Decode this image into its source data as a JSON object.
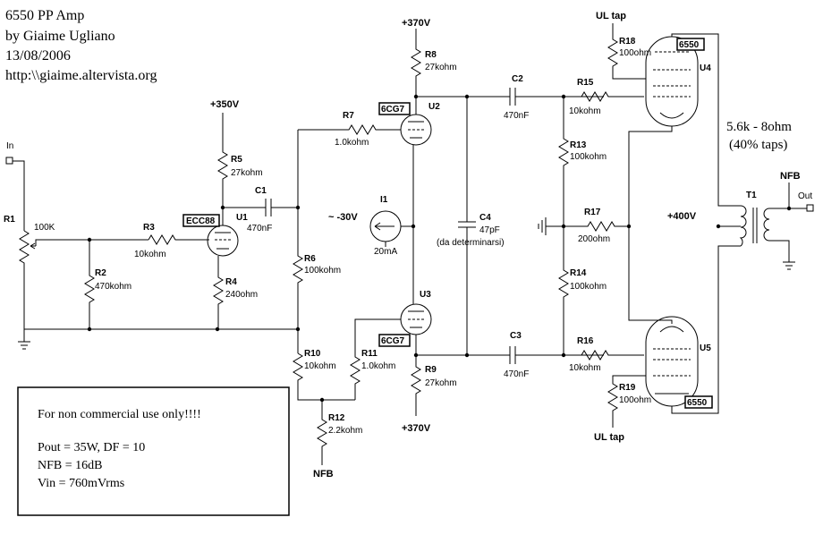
{
  "header": {
    "title": "6550 PP Amp",
    "author": "by Giaime Ugliano",
    "date": "13/08/2006",
    "url": "http:\\\\giaime.altervista.org"
  },
  "notes": {
    "license": "For non commercial use only!!!!",
    "pout": "Pout = 35W, DF = 10",
    "nfb": "NFB = 16dB",
    "vin": "Vin = 760mVrms"
  },
  "output_note": {
    "impedance": "5.6k - 8ohm",
    "taps": "(40% taps)"
  },
  "rails": {
    "v370_top": "+370V",
    "v350": "+350V",
    "v370_bottom": "+370V",
    "v400": "+400V",
    "bias": "~ -30V",
    "ul_top": "UL tap",
    "ul_bottom": "UL tap"
  },
  "ports": {
    "in": "In",
    "out": "Out",
    "nfb_out": "NFB",
    "nfb_in": "NFB"
  },
  "tubes": {
    "U1": {
      "ref": "U1",
      "type": "ECC88"
    },
    "U2": {
      "ref": "U2",
      "type": "6CG7"
    },
    "U3": {
      "ref": "U3",
      "type": "6CG7"
    },
    "U4": {
      "ref": "U4",
      "type": "6550"
    },
    "U5": {
      "ref": "U5",
      "type": "6550"
    }
  },
  "components": {
    "R1": {
      "ref": "R1",
      "value": "100K"
    },
    "R2": {
      "ref": "R2",
      "value": "470kohm"
    },
    "R3": {
      "ref": "R3",
      "value": "10kohm"
    },
    "R4": {
      "ref": "R4",
      "value": "240ohm"
    },
    "R5": {
      "ref": "R5",
      "value": "27kohm"
    },
    "R6": {
      "ref": "R6",
      "value": "100kohm"
    },
    "R7": {
      "ref": "R7",
      "value": "1.0kohm"
    },
    "R8": {
      "ref": "R8",
      "value": "27kohm"
    },
    "R9": {
      "ref": "R9",
      "value": "27kohm"
    },
    "R10": {
      "ref": "R10",
      "value": "10kohm"
    },
    "R11": {
      "ref": "R11",
      "value": "1.0kohm"
    },
    "R12": {
      "ref": "R12",
      "value": "2.2kohm"
    },
    "R13": {
      "ref": "R13",
      "value": "100kohm"
    },
    "R14": {
      "ref": "R14",
      "value": "100kohm"
    },
    "R15": {
      "ref": "R15",
      "value": "10kohm"
    },
    "R16": {
      "ref": "R16",
      "value": "10kohm"
    },
    "R17": {
      "ref": "R17",
      "value": "200ohm"
    },
    "R18": {
      "ref": "R18",
      "value": "100ohm"
    },
    "R19": {
      "ref": "R19",
      "value": "100ohm"
    },
    "C1": {
      "ref": "C1",
      "value": "470nF"
    },
    "C2": {
      "ref": "C2",
      "value": "470nF"
    },
    "C3": {
      "ref": "C3",
      "value": "470nF"
    },
    "C4": {
      "ref": "C4",
      "value": "47pF",
      "note": "(da determinarsi)"
    },
    "I1": {
      "ref": "I1",
      "value": "20mA"
    },
    "T1": {
      "ref": "T1"
    }
  }
}
